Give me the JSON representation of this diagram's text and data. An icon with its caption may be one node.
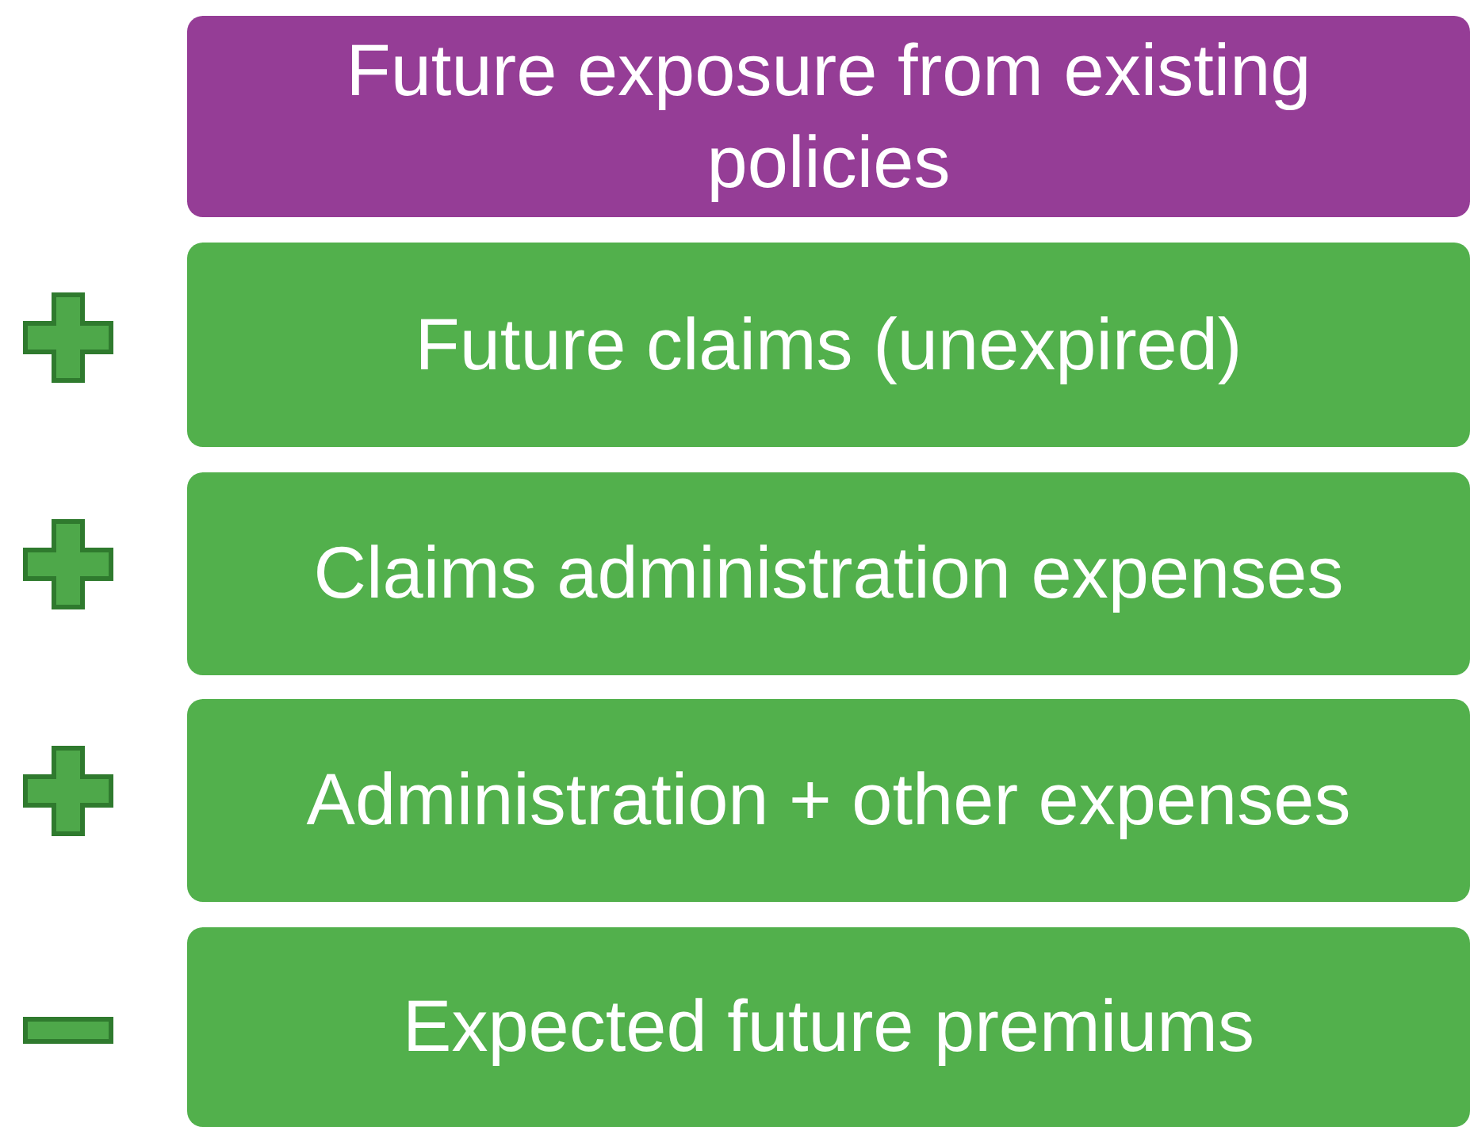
{
  "diagram": {
    "nodes": [
      {
        "text": [
          "Future exposure from existing policies"
        ]
      },
      {
        "text": [
          "Future claims (unexpired)"
        ]
      },
      {
        "text": [
          "Claims administration expenses"
        ]
      },
      {
        "text": [
          "Administration + other expenses"
        ]
      },
      {
        "text": [
          "Expected future premiums"
        ]
      }
    ]
  }
}
